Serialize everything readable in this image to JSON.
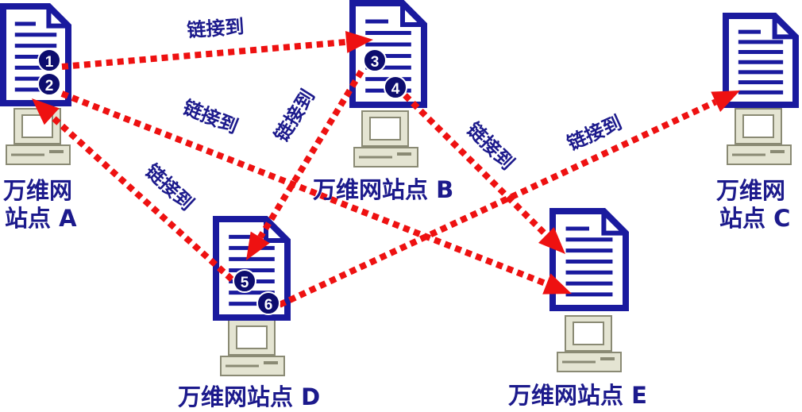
{
  "colors": {
    "link": "#ee1111",
    "document": "#1a1a9e",
    "badge": "#0d0d6e",
    "label": "#1c1a8c",
    "computer_light": "#e4e4d2",
    "computer_dark": "#8a8a74"
  },
  "sites": [
    {
      "id": "A",
      "label_lines": [
        "万维网",
        "站点 A"
      ]
    },
    {
      "id": "B",
      "label_lines": [
        "万维网站点 B"
      ]
    },
    {
      "id": "C",
      "label_lines": [
        "万维网",
        "站点 C"
      ]
    },
    {
      "id": "D",
      "label_lines": [
        "万维网站点 D"
      ]
    },
    {
      "id": "E",
      "label_lines": [
        "万维网站点 E"
      ]
    }
  ],
  "badges": [
    "1",
    "2",
    "3",
    "4",
    "5",
    "6"
  ],
  "links": [
    {
      "from": "1",
      "to": "B",
      "label": "链接到"
    },
    {
      "from": "2",
      "to": "E",
      "label": "链接到"
    },
    {
      "from": "3",
      "to": "D",
      "label": "链接到"
    },
    {
      "from": "4",
      "to": "E",
      "label": "链接到"
    },
    {
      "from": "5",
      "to": "A",
      "label": "链接到"
    },
    {
      "from": "6",
      "to": "C",
      "label": "链接到"
    }
  ],
  "icons": {
    "document": "document-icon",
    "computer": "computer-icon"
  }
}
